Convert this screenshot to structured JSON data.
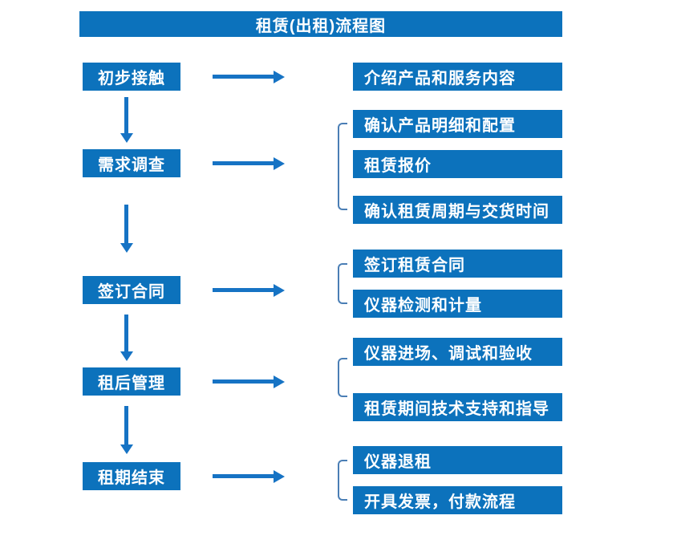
{
  "title": "租赁(出租)流程图",
  "colors": {
    "box_fill": "#0c72bc",
    "arrow": "#1673c4",
    "bracket": "#4a7eb5",
    "text": "#ffffff",
    "background": "#ffffff"
  },
  "chart_type": "flowchart",
  "steps": [
    {
      "label": "初步接触",
      "outputs": [
        "介绍产品和服务内容"
      ]
    },
    {
      "label": "需求调查",
      "outputs": [
        "确认产品明细和配置",
        "租赁报价",
        "确认租赁周期与交货时间"
      ]
    },
    {
      "label": "签订合同",
      "outputs": [
        "签订租赁合同",
        "仪器检测和计量"
      ]
    },
    {
      "label": "租后管理",
      "outputs": [
        "仪器进场、调试和验收",
        "租赁期间技术支持和指导"
      ]
    },
    {
      "label": "租期结束",
      "outputs": [
        "仪器退租",
        "开具发票，付款流程"
      ]
    }
  ]
}
